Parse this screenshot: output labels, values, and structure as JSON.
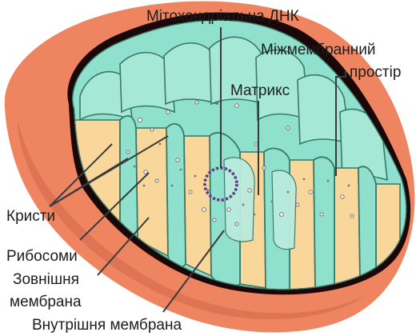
{
  "labels": {
    "mtdna": "Мітохондріальна ДНК",
    "intermembrane_line1": "Міжмембранний",
    "intermembrane_line2": "простір",
    "matrix": "Матрикс",
    "cristae": "Кристи",
    "ribosomes": "Рибосоми",
    "outer_line1": "Зовнішня",
    "outer_line2": "мембрана",
    "inner_membrane": "Внутрішня мембрана"
  },
  "colors": {
    "outer_membrane": "#ef8460",
    "outer_rim_shade": "#c96246",
    "intermembrane_space": "#1a0707",
    "inner_membrane": "#8fe0cc",
    "inner_membrane_edge": "#3a7767",
    "matrix": "#b9ebdd",
    "cristae_cut_face": "#f9d79a",
    "dna_ring": "#4f2d7a",
    "granules": "#8a8a8a"
  }
}
